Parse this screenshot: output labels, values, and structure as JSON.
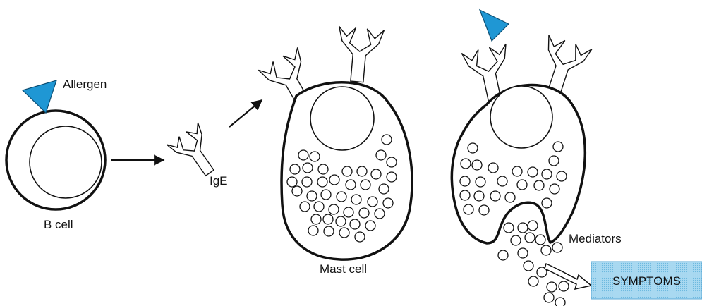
{
  "labels": {
    "allergen": "Allergen",
    "b_cell": "B cell",
    "ige": "IgE",
    "mast_cell": "Mast cell",
    "mediators": "Mediators",
    "symptoms": "SYMPTOMS"
  },
  "colors": {
    "allergen": "#1f97d4",
    "symptoms_fill": "#a9d9f1",
    "outline": "#111111"
  }
}
